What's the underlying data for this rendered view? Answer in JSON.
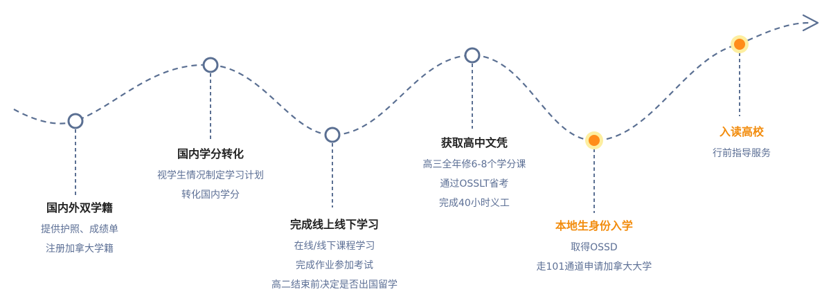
{
  "colors": {
    "path": "#5a6f92",
    "node": "#5a6f92",
    "highlight": "#ff8c1a",
    "highlight_glow": "#fdeea0",
    "title": "#222222",
    "text": "#5c6f95",
    "title_highlight": "#f28c0d"
  },
  "steps": [
    {
      "title": "国内外双学籍",
      "lines": [
        "提供护照、成绩单",
        "注册加拿大学籍"
      ],
      "highlight": false
    },
    {
      "title": "国内学分转化",
      "lines": [
        "视学生情况制定学习计划",
        "转化国内学分"
      ],
      "highlight": false
    },
    {
      "title": "完成线上线下学习",
      "lines": [
        "在线/线下课程学习",
        "完成作业参加考试",
        "高二结束前决定是否出国留学"
      ],
      "highlight": false
    },
    {
      "title": "获取高中文凭",
      "lines": [
        "高三全年修6-8个学分课",
        "通过OSSLT省考",
        "完成40小时义工"
      ],
      "highlight": false
    },
    {
      "title": "本地生身份入学",
      "lines": [
        "取得OSSD",
        "走101通道申请加拿大大学"
      ],
      "highlight": true
    },
    {
      "title": "入读高校",
      "lines": [
        "行前指导服务"
      ],
      "highlight": true
    }
  ]
}
